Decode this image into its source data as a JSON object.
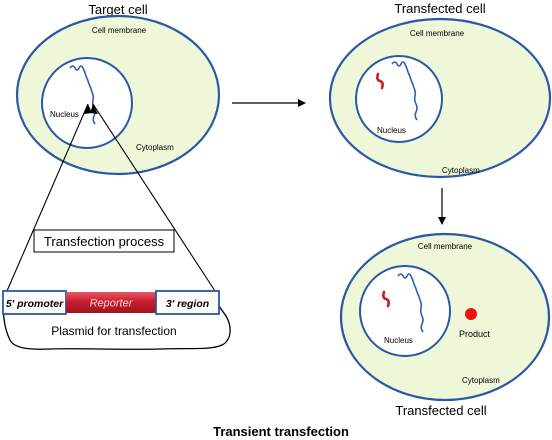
{
  "diagram": {
    "title": "Transient transfection",
    "target": {
      "heading": "Target cell",
      "membrane_label": "Cell membrane",
      "nucleus_label": "Nucleus",
      "cytoplasm_label": "Cytoplasm"
    },
    "transfected_top": {
      "heading": "Transfected cell",
      "membrane_label": "Cell membrane",
      "nucleus_label": "Nucleus",
      "cytoplasm_label": "Cytoplasm"
    },
    "transfected_bottom": {
      "caption": "Transfected cell",
      "membrane_label": "Cell membrane",
      "nucleus_label": "Nucleus",
      "cytoplasm_label": "Cytoplasm",
      "product_label": "Product"
    },
    "process_label": "Transfection process",
    "plasmid": {
      "caption": "Plasmid for transfection",
      "promoter": "5' promoter",
      "reporter": "Reporter",
      "region": "3' region"
    },
    "colors": {
      "cell_fill": "#eef7d8",
      "membrane": "#2a58a6",
      "nucleus_fill": "#ffffff",
      "dna": "#2f5fb5",
      "transgene": "#c81e1e",
      "product": "#ee1111",
      "reporter_fill": "#cc2030"
    }
  }
}
